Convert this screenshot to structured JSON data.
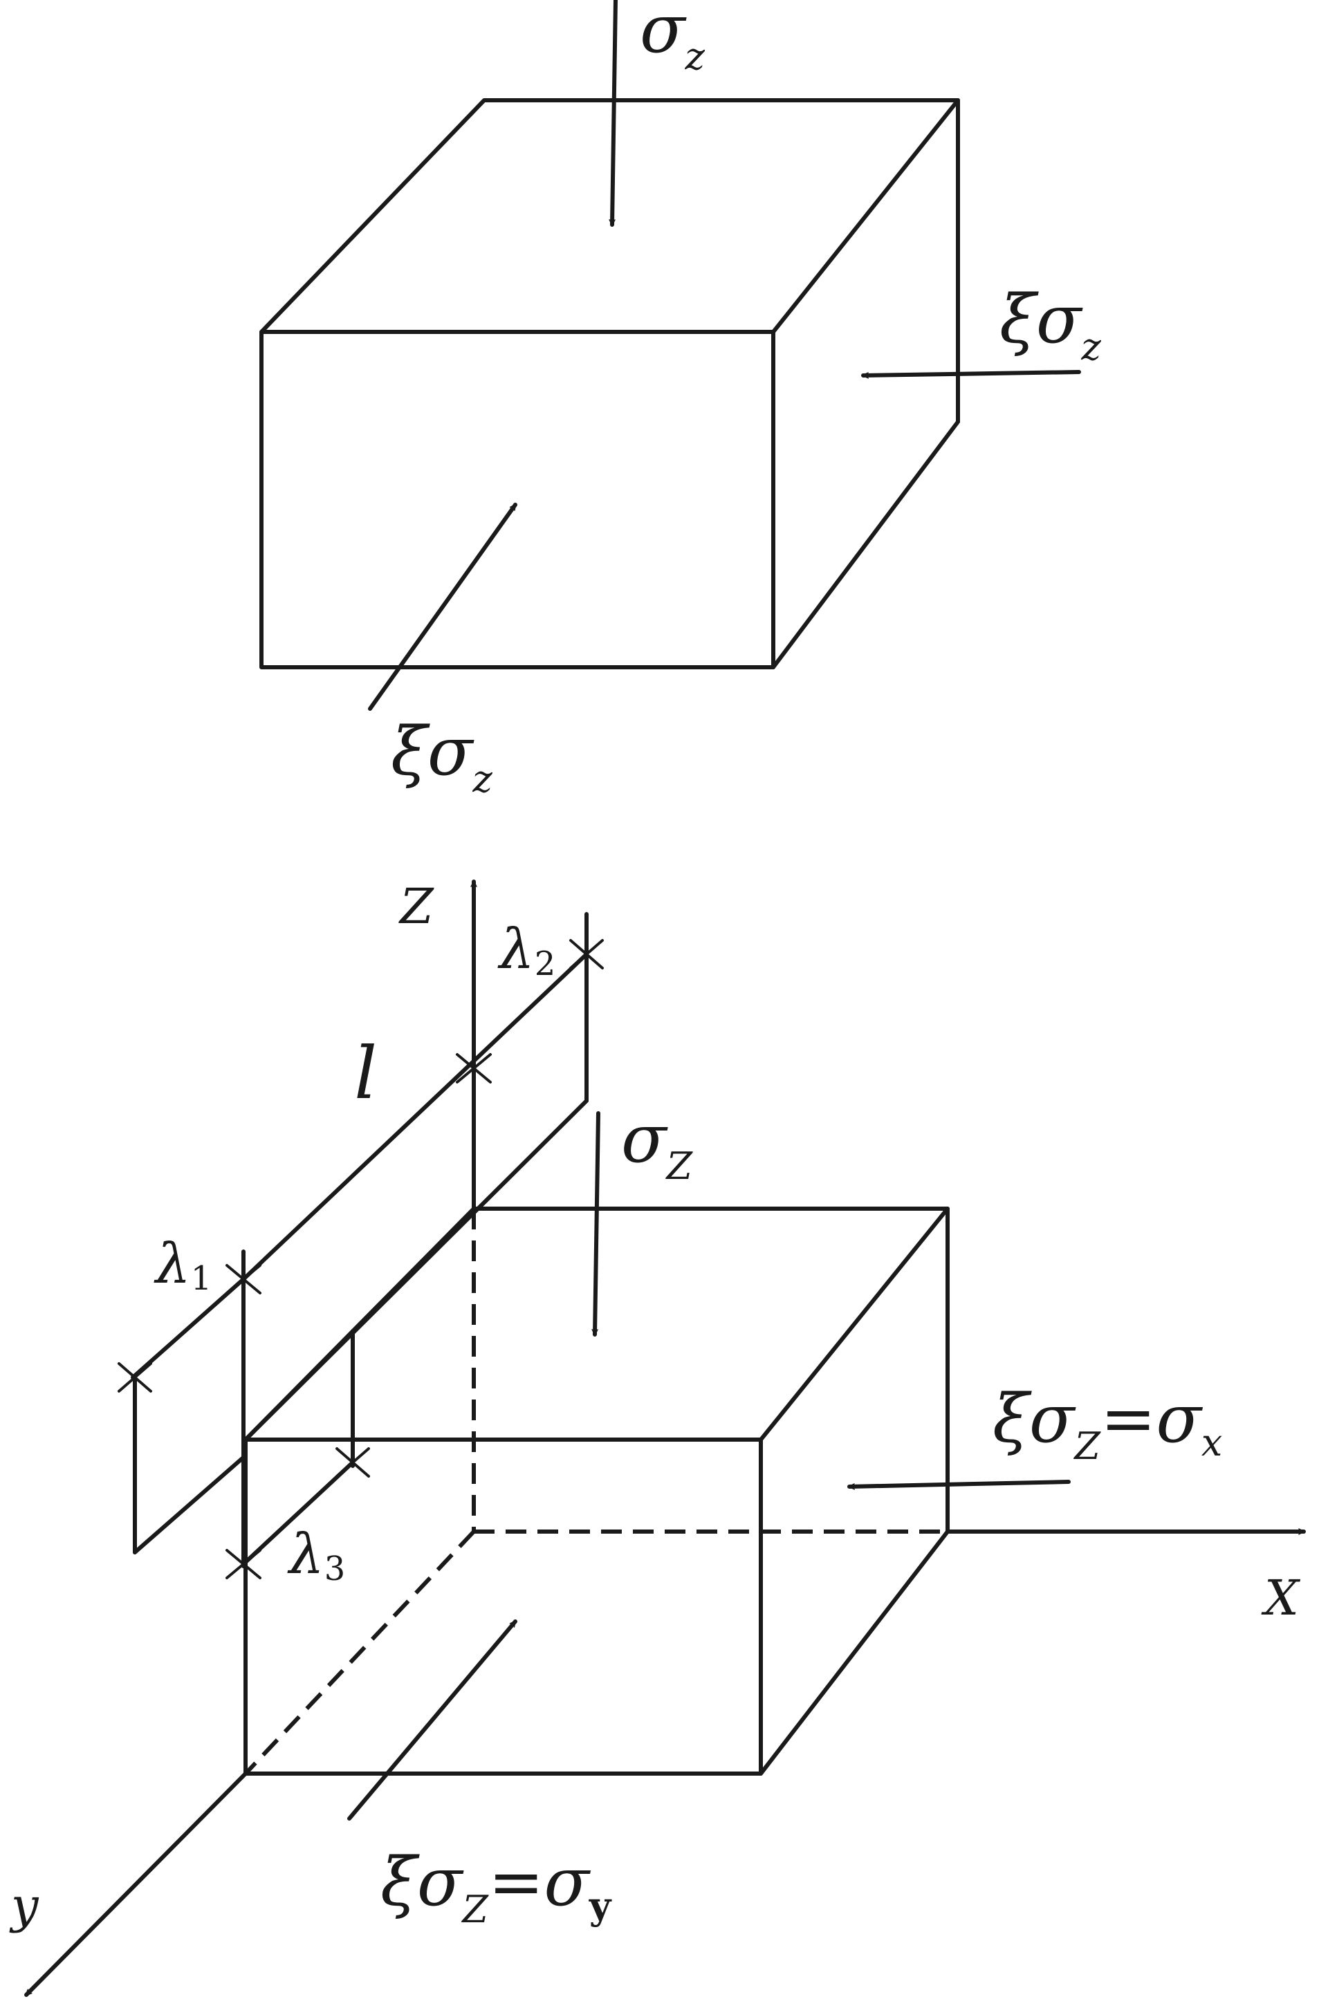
{
  "figure_top": {
    "label_top": {
      "sym": "σ",
      "sub": "z"
    },
    "label_right": {
      "prefix": "ξ",
      "sym": "σ",
      "sub": "z"
    },
    "label_front": {
      "prefix": "ξ",
      "sym": "σ",
      "sub": "z"
    }
  },
  "figure_bottom": {
    "axis_z": "Z",
    "axis_x": "X",
    "axis_y": "y",
    "lambda1": {
      "sym": "λ",
      "sub": "1"
    },
    "lambda2": {
      "sym": "λ",
      "sub": "2"
    },
    "lambda3": {
      "sym": "λ",
      "sub": "3"
    },
    "l_label": "l",
    "label_top": {
      "sym": "σ",
      "sub": "Z"
    },
    "label_right": {
      "prefix": "ξ",
      "sym": "σ",
      "sub": "Z",
      "eq": "=",
      "rhs_sym": "σ",
      "rhs_sub": "x"
    },
    "label_front": {
      "prefix": "ξ",
      "sym": "σ",
      "sub": "Z",
      "eq": "=",
      "rhs_sym": "σ",
      "rhs_sub": "y"
    }
  },
  "colors": {
    "ink": "#1a1a1a",
    "background": "#ffffff"
  }
}
